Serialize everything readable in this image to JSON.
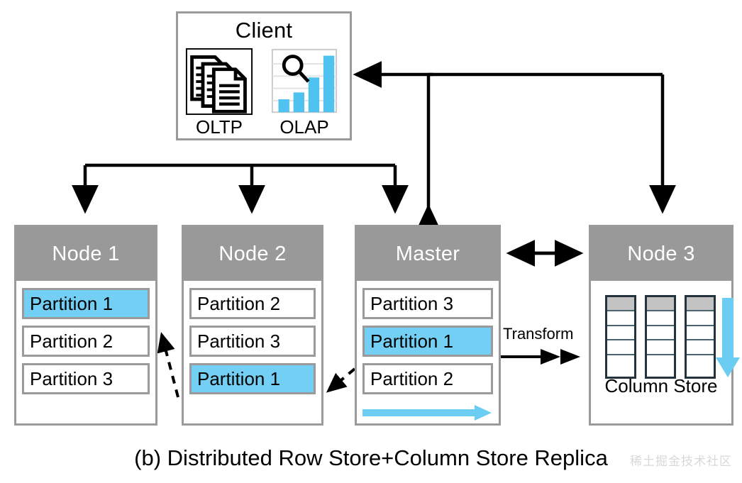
{
  "client": {
    "title": "Client",
    "icons": [
      {
        "name": "oltp-documents-icon",
        "label": "OLTP"
      },
      {
        "name": "olap-barchart-icon",
        "label": "OLAP"
      }
    ]
  },
  "nodes": [
    {
      "id": "node1",
      "header": "Node 1",
      "partitions": [
        {
          "label": "Partition 1",
          "highlight": true
        },
        {
          "label": "Partition 2",
          "highlight": false
        },
        {
          "label": "Partition 3",
          "highlight": false
        }
      ]
    },
    {
      "id": "node2",
      "header": "Node 2",
      "partitions": [
        {
          "label": "Partition 2",
          "highlight": false
        },
        {
          "label": "Partition 3",
          "highlight": false
        },
        {
          "label": "Partition 1",
          "highlight": true
        }
      ]
    },
    {
      "id": "master",
      "header": "Master",
      "partitions": [
        {
          "label": "Partition 3",
          "highlight": false
        },
        {
          "label": "Partition 1",
          "highlight": true
        },
        {
          "label": "Partition 2",
          "highlight": false
        }
      ]
    },
    {
      "id": "node3",
      "header": "Node 3",
      "column_store_label": "Column Store",
      "column_count": 3,
      "cells_per_column": 5
    }
  ],
  "labels": {
    "transform": "Transform"
  },
  "caption": "(b) Distributed Row Store+Column Store Replica",
  "watermark": "稀土掘金技术社区",
  "colors": {
    "header_gray": "#999999",
    "highlight_blue": "#73d0f4",
    "border_gray": "#9a9a9a",
    "arrow_black": "#000000",
    "column_head_gray": "#c3c3c3",
    "column_border": "#24323b"
  }
}
